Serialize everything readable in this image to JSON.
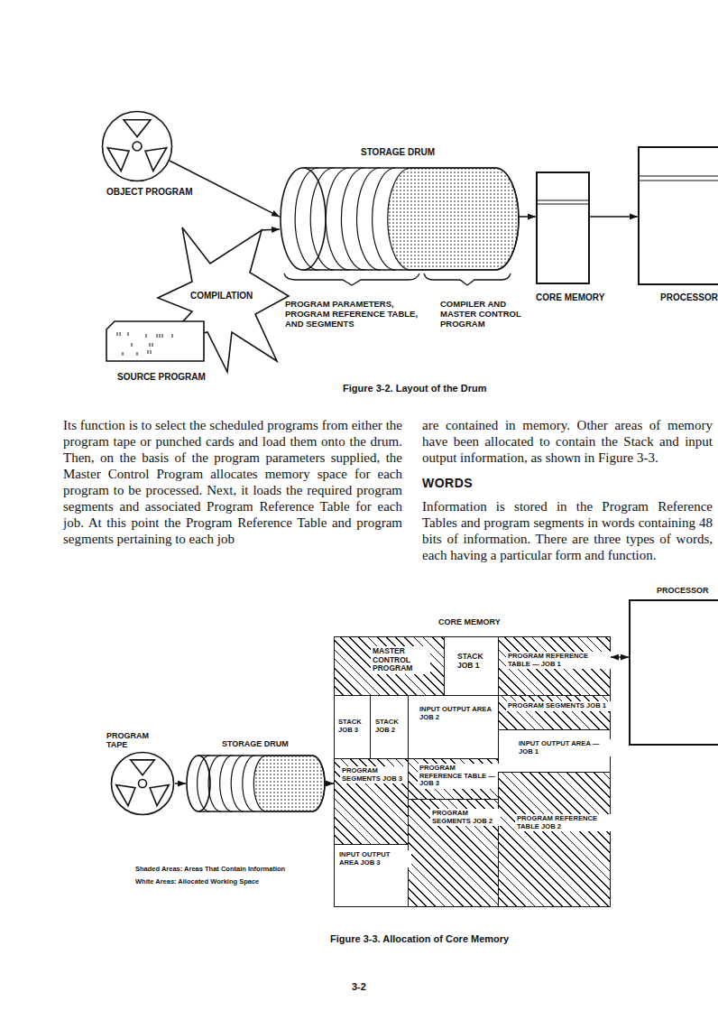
{
  "diagram": {
    "nodes": [
      {
        "text": [
          "OBJECT PROGRAM"
        ]
      },
      {
        "text": [
          "COMPILATION"
        ]
      },
      {
        "text": [
          "SOURCE PROGRAM"
        ]
      },
      {
        "text": [
          "STORAGE DRUM"
        ]
      },
      {
        "text": [
          "CORE MEMORY"
        ]
      },
      {
        "text": [
          "PROCESSOR"
        ]
      },
      {
        "text": [
          "PROGRAM TAPE"
        ]
      },
      {
        "text": [
          "STORAGE DRUM"
        ]
      },
      {
        "text": [
          "CORE MEMORY"
        ]
      },
      {
        "text": [
          "MASTER CONTROL PROGRAM"
        ],
        "in": 8
      },
      {
        "text": [
          "STACK JOB 1"
        ],
        "in": 8
      },
      {
        "text": [
          "PROGRAM REFERENCE TABLE — JOB 1"
        ],
        "in": 8
      },
      {
        "text": [
          "STACK JOB 3"
        ],
        "in": 8
      },
      {
        "text": [
          "STACK JOB 2"
        ],
        "in": 8
      },
      {
        "text": [
          "INPUT OUTPUT AREA JOB 2"
        ],
        "in": 8
      },
      {
        "text": [
          "PROGRAM SEGMENTS JOB 1"
        ],
        "in": 8
      },
      {
        "text": [
          "INPUT OUTPUT AREA — JOB 1"
        ],
        "in": 8
      },
      {
        "text": [
          "PROGRAM SEGMENTS JOB 3"
        ],
        "in": 8
      },
      {
        "text": [
          "PROGRAM REFERENCE TABLE — JOB 3"
        ],
        "in": 8
      },
      {
        "text": [
          "PROGRAM REFERENCE TABLE JOB 2"
        ],
        "in": 8
      },
      {
        "text": [
          "PROGRAM SEGMENTS JOB 2"
        ],
        "in": 8
      },
      {
        "text": [
          "INPUT OUTPUT AREA JOB 3"
        ],
        "in": 8
      },
      {
        "text": [
          "PROCESSOR"
        ]
      }
    ],
    "edges": [
      {
        "from": 0,
        "to": 3,
        "arrow": "to"
      },
      {
        "from": 1,
        "to": 3,
        "arrow": "to"
      },
      {
        "from": 3,
        "to": 4,
        "arrow": "to"
      },
      {
        "from": 4,
        "to": 5,
        "arrow": "to"
      },
      {
        "from": 6,
        "to": 7,
        "arrow": "to"
      },
      {
        "from": 7,
        "to": 8,
        "arrow": "to"
      },
      {
        "from": 11,
        "to": 22,
        "arrow": "both"
      }
    ],
    "labels": [
      "PROGRAM PARAMETERS, PROGRAM REFERENCE TABLE, AND SEGMENTS",
      "COMPILER AND MASTER CONTROL PROGRAM",
      "Figure 3-2. Layout of the Drum",
      "Its function is to select the scheduled programs from either the program tape or punched cards and load them onto the drum. Then, on the basis of the program parameters supplied, the Master Control Program allocates memory space for each program to be processed. Next, it loads the required program segments and associated Program Reference Table for each job. At this point the Program Reference Table and program segments pertaining to each job",
      "are contained in memory. Other areas of memory have been allocated to contain the Stack and input output information, as shown in Figure 3-3.",
      "WORDS",
      "Information is stored in the Program Reference Tables and program segments in words containing 48 bits of information. There are three types of words, each having a particular form and function.",
      "Shaded Areas: Areas That Contain Information",
      "White Areas: Allocated Working Space",
      "Figure 3-3. Allocation of Core Memory",
      "3-2"
    ]
  }
}
